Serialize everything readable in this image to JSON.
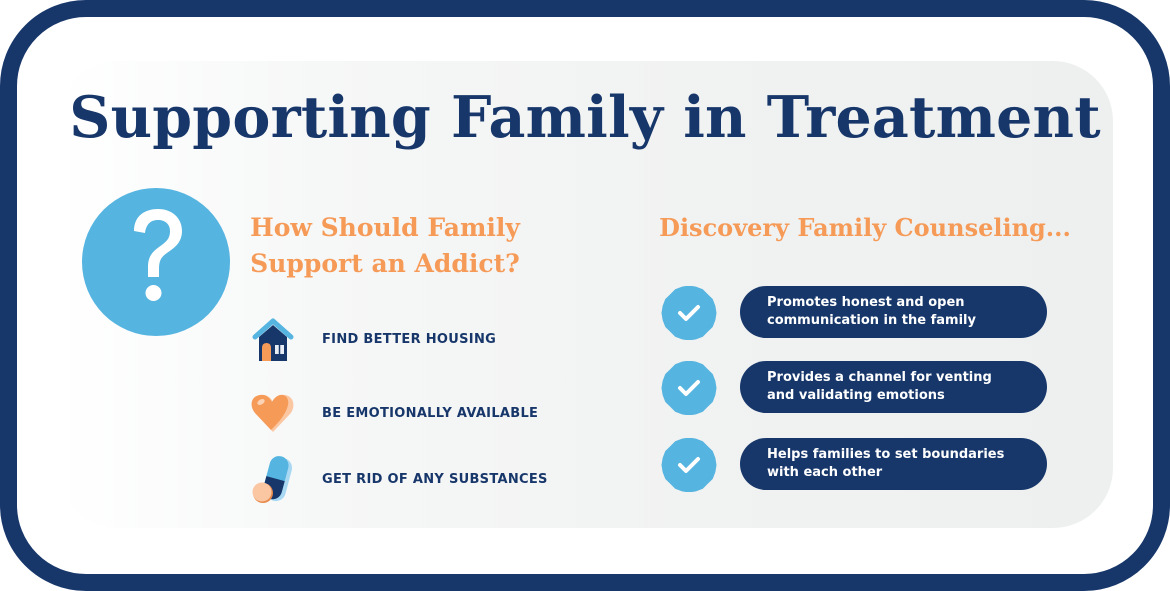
{
  "title": "Supporting Family in Treatment",
  "colors": {
    "navy": "#17376b",
    "sky_blue": "#55b4e0",
    "orange": "#f69a57",
    "panel_gray": "#eef0f0"
  },
  "left_section": {
    "icon": "question-mark-icon",
    "heading_line1": "How Should Family",
    "heading_line2": "Support an Addict?",
    "items": [
      {
        "icon": "house-icon",
        "label": "FIND BETTER HOUSING"
      },
      {
        "icon": "heart-icon",
        "label": "BE EMOTIONALLY AVAILABLE"
      },
      {
        "icon": "pill-icon",
        "label": "GET RID OF ANY SUBSTANCES"
      }
    ]
  },
  "right_section": {
    "heading": "Discovery Family Counseling...",
    "items": [
      {
        "icon": "verified-check-badge-icon",
        "text": "Promotes honest and open\ncommunication in the family"
      },
      {
        "icon": "verified-check-badge-icon",
        "text": "Provides a channel for venting\nand validating emotions"
      },
      {
        "icon": "verified-check-badge-icon",
        "text": "Helps families to set boundaries\nwith each other"
      }
    ]
  }
}
